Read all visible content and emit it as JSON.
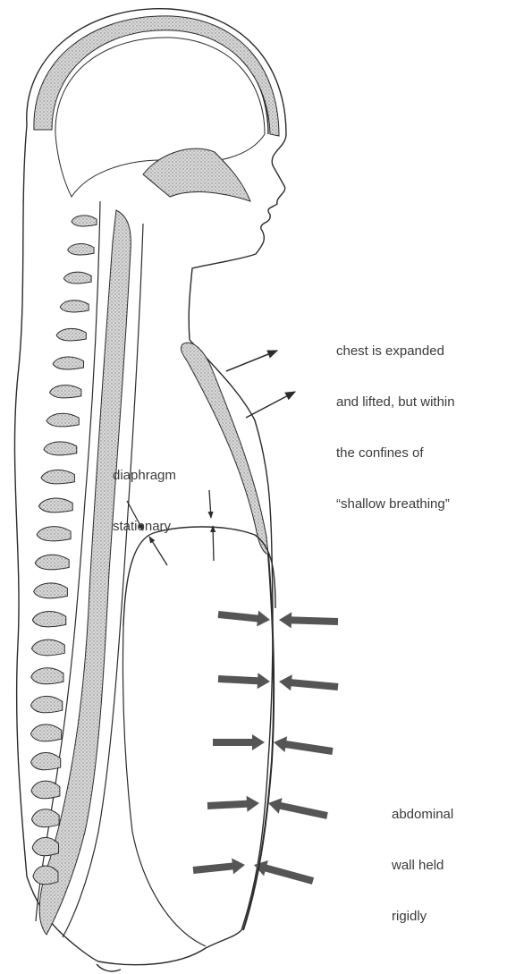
{
  "labels": {
    "chest": [
      "chest is expanded",
      "and lifted, but within",
      "the confines of",
      "“shallow breathing”"
    ],
    "diaphragm": [
      "diaphragm",
      "stationary"
    ],
    "abdominal": [
      "abdominal",
      "wall held",
      "rigidly"
    ]
  },
  "colors": {
    "outline": "#2b2b2b",
    "stipple": "#bdbdbd",
    "arrow": "#555555",
    "text": "#3a3a3a"
  }
}
